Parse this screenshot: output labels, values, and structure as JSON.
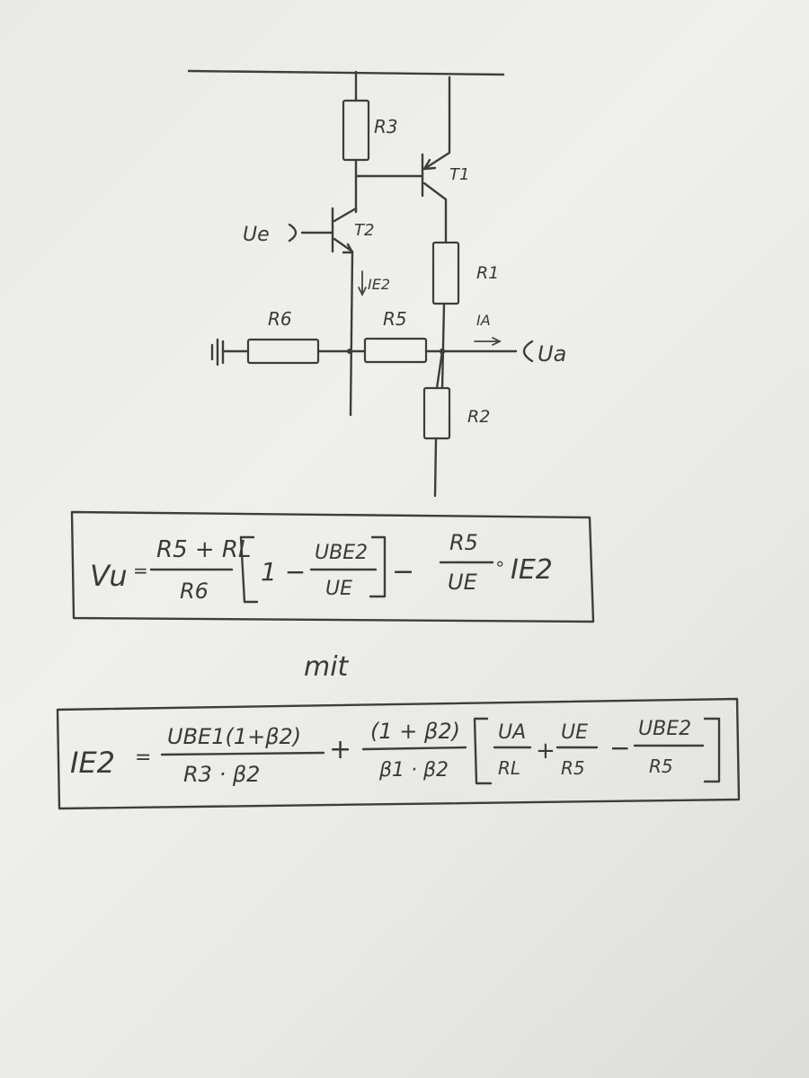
{
  "circuit": {
    "labels": {
      "R3": "R3",
      "T1": "T1",
      "Ue": "Ue",
      "T2": "T2",
      "IE2": "IE2",
      "R1": "R1",
      "R6": "R6",
      "R5": "R5",
      "IA": "IA",
      "Ua": "Ua",
      "R2": "R2"
    }
  },
  "formula1": {
    "lhs": "Vu",
    "eq": "=",
    "frac1_num": "R5 + RL",
    "frac1_den": "R6",
    "bracket_one": "1 −",
    "frac2_num": "UBE2",
    "frac2_den": "UE",
    "minus": "−",
    "frac3_num": "R5",
    "frac3_den": "UE",
    "dot": "∘",
    "tail": "IE2"
  },
  "connector": "mit",
  "formula2": {
    "lhs": "IE2",
    "eq": "=",
    "frac1_num": "UBE1(1+β2)",
    "frac1_den": "R3 · β2",
    "plus1": "+",
    "frac2_num": "(1 + β2)",
    "frac2_den": "β1 · β2",
    "frac3_num": "UA",
    "frac3_den": "RL",
    "plus2": "+",
    "frac4_num": "UE",
    "frac4_den": "R5",
    "minus": "−",
    "frac5_num": "UBE2",
    "frac5_den": "R5"
  }
}
